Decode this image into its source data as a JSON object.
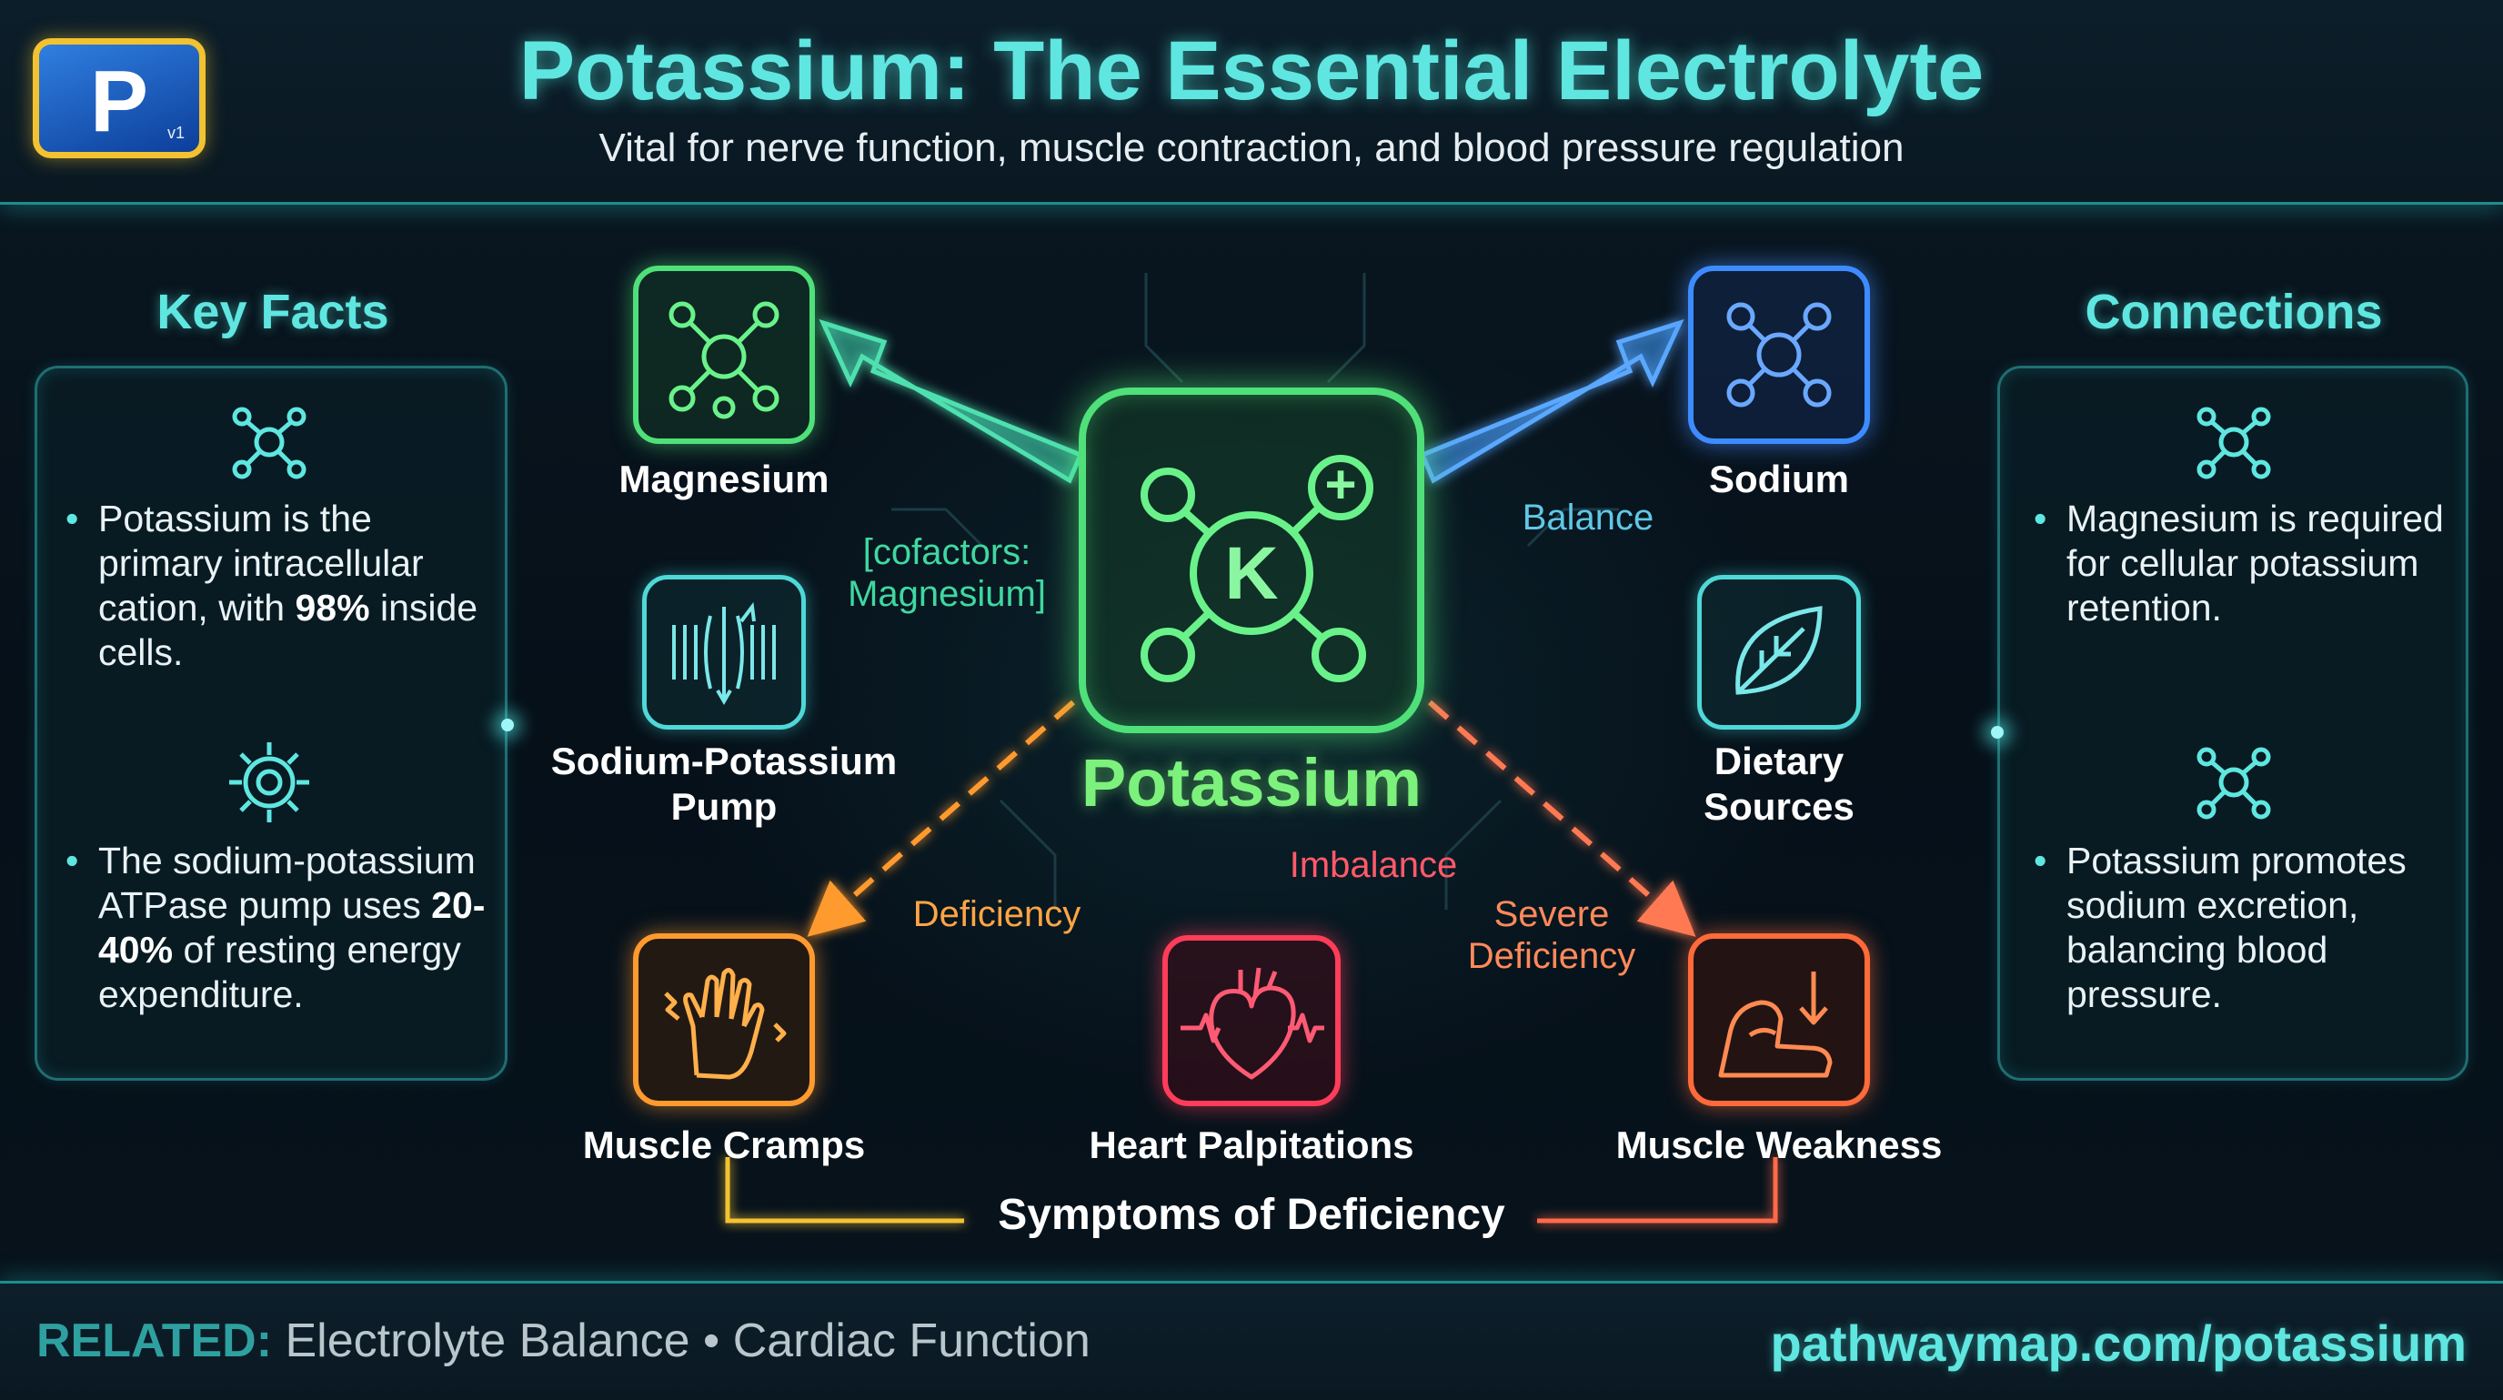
{
  "header": {
    "logo_letter": "P",
    "logo_version": "v1",
    "title": "Potassium: The Essential Electrolyte",
    "subtitle": "Vital for nerve function, muscle contraction, and blood pressure regulation"
  },
  "key_facts": {
    "title": "Key Facts",
    "items": [
      {
        "icon": "molecule-icon",
        "pre": "Potassium is the primary intracellular cation, with ",
        "bold": "98%",
        "post": " inside cells."
      },
      {
        "icon": "gear-icon",
        "pre": "The sodium-potassium ATPase pump uses ",
        "bold": "20-40%",
        "post": " of resting energy expenditure."
      }
    ]
  },
  "connections": {
    "title": "Connections",
    "items": [
      {
        "icon": "molecule-icon",
        "text": "Magnesium is required for cellular potassium retention."
      },
      {
        "icon": "molecule-icon",
        "text": "Potassium promotes sodium excretion, balancing blood pressure."
      }
    ]
  },
  "center": {
    "symbol": "K",
    "plus": "+",
    "label": "Potassium"
  },
  "nodes": {
    "magnesium": {
      "label": "Magnesium",
      "icon": "molecule-icon"
    },
    "sodium": {
      "label": "Sodium",
      "icon": "molecule-icon"
    },
    "pump": {
      "label_1": "Sodium-Potassium",
      "label_2": "Pump",
      "icon": "membrane-pump-icon"
    },
    "dietary": {
      "label_1": "Dietary",
      "label_2": "Sources",
      "icon": "leaf-icon"
    },
    "cramps": {
      "label": "Muscle Cramps",
      "icon": "cramping-hand-icon"
    },
    "palpitations": {
      "label": "Heart Palpitations",
      "icon": "heart-icon"
    },
    "weakness": {
      "label": "Muscle Weakness",
      "icon": "weak-arm-icon"
    }
  },
  "edges": {
    "cofactors_1": "[cofactors:",
    "cofactors_2": "Magnesium]",
    "balance": "Balance",
    "deficiency": "Deficiency",
    "imbalance": "Imbalance",
    "severe_1": "Severe",
    "severe_2": "Deficiency"
  },
  "symptoms_label": "Symptoms of Deficiency",
  "footer": {
    "related_key": "RELATED:",
    "related_items": "Electrolyte Balance • Cardiac Function",
    "url": "pathwaymap.com/potassium"
  },
  "colors": {
    "teal": "#5fe6e0",
    "green": "#4fe07a",
    "blue": "#3d8cff",
    "orange": "#ff9a2e",
    "red": "#ff3d5a",
    "yellow": "#f2c230"
  }
}
